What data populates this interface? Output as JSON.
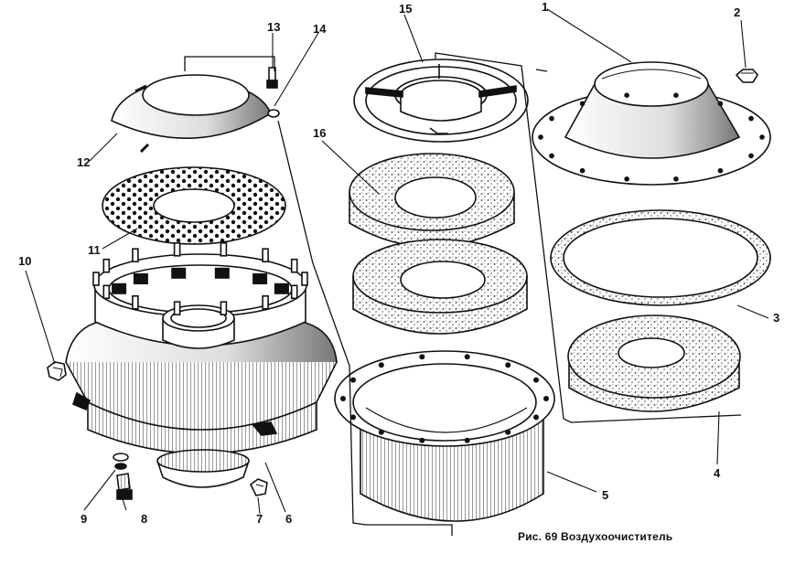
{
  "caption": "Рис. 69 Воздухоочиститель",
  "callouts": [
    "1",
    "2",
    "3",
    "4",
    "5",
    "6",
    "7",
    "8",
    "9",
    "10",
    "11",
    "12",
    "13",
    "14",
    "15",
    "16"
  ],
  "colors": {
    "ink": "#111111",
    "paper": "#ffffff",
    "shade": "#555555"
  }
}
